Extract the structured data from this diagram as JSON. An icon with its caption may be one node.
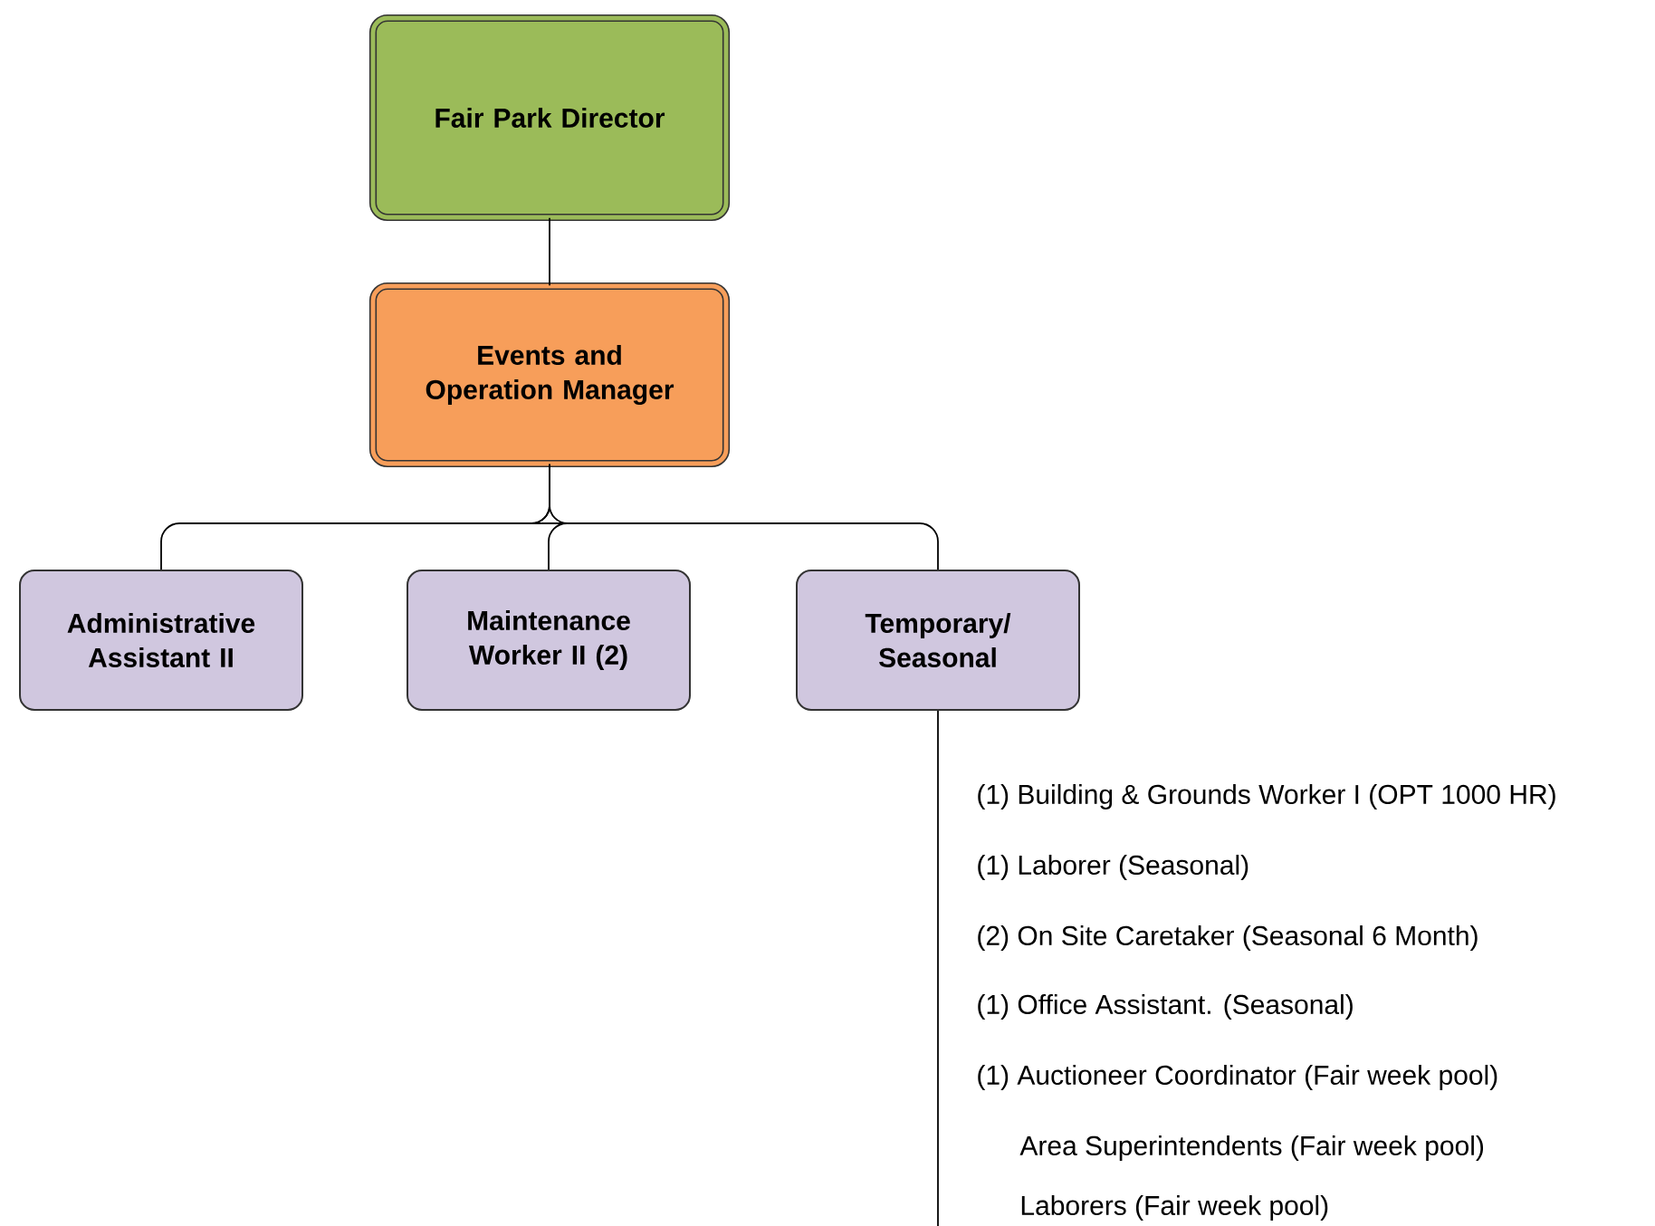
{
  "diagram": {
    "nodes": [
      {
        "text": [
          "Fair Park Director"
        ]
      },
      {
        "text": [
          "Events and Operation Manager"
        ]
      },
      {
        "text": [
          "Administrative Assistant II"
        ]
      },
      {
        "text": [
          "Maintenance Worker II (2)"
        ]
      },
      {
        "text": [
          "Temporary/ Seasonal"
        ]
      }
    ],
    "edges": [
      {
        "from": 0,
        "to": 1,
        "arrow": "none"
      },
      {
        "from": 1,
        "to": 2,
        "arrow": "none"
      },
      {
        "from": 1,
        "to": 3,
        "arrow": "none"
      },
      {
        "from": 1,
        "to": 4,
        "arrow": "none"
      },
      {
        "from": 4,
        "to": null,
        "arrow": "none"
      }
    ],
    "labels": [
      "(1) Building & Grounds Worker I (OPT 1000 HR)",
      "(1) Laborer (Seasonal)",
      "(2) On Site Caretaker (Seasonal 6 Month)",
      "(1) Office Assistant. (Seasonal)",
      "(1) Auctioneer Coordinator (Fair week pool)",
      "Area Superintendents (Fair week pool)",
      "Laborers (Fair week pool)"
    ]
  }
}
